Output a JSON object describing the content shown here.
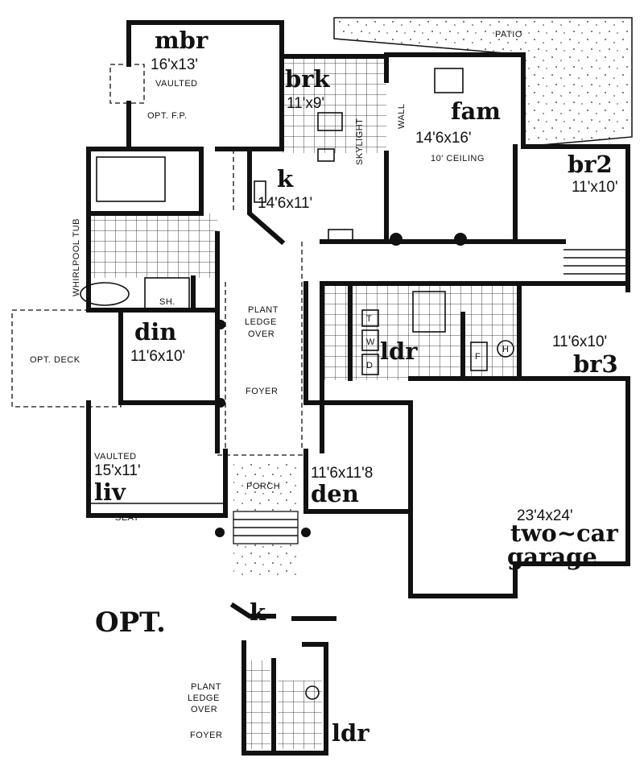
{
  "rooms": {
    "mbr": {
      "name": "mbr",
      "dim": "16'x13'",
      "note": "VAULTED"
    },
    "brk": {
      "name": "brk",
      "dim": "11'x9'"
    },
    "fam": {
      "name": "fam",
      "dim": "14'6x16'",
      "note": "10' CEILING"
    },
    "br2": {
      "name": "br2",
      "dim": "11'x10'"
    },
    "k": {
      "name": "k",
      "dim": "14'6x11'"
    },
    "din": {
      "name": "din",
      "dim": "11'6x10'"
    },
    "ldr": {
      "name": "ldr"
    },
    "br3": {
      "name": "br3",
      "dim": "11'6x10'"
    },
    "liv": {
      "name": "liv",
      "dim": "15'x11'",
      "note": "VAULTED"
    },
    "den": {
      "name": "den",
      "dim": "11'6x11'8"
    },
    "garage": {
      "name1": "two~car",
      "name2": "garage",
      "dim": "23'4x24'"
    }
  },
  "labels": {
    "patio": "PATIO",
    "opt_fp": "OPT. F.P.",
    "skylight": "SKYLIGHT",
    "wall": "WALL",
    "whirlpool": "WHIRLPOOL TUB",
    "sh": "SH.",
    "plant_ledge": [
      "PLANT",
      "LEDGE",
      "OVER"
    ],
    "opt_deck": "OPT. DECK",
    "foyer": "FOYER",
    "porch": "PORCH",
    "seat": "SEAT",
    "appliances": {
      "t": "T",
      "w": "W",
      "d": "D",
      "f": "F",
      "h": "H"
    }
  },
  "option": {
    "title": "OPT.",
    "k": "k",
    "ldr": "ldr",
    "plant_ledge": [
      "PLANT",
      "LEDGE",
      "OVER"
    ],
    "foyer": "FOYER"
  }
}
